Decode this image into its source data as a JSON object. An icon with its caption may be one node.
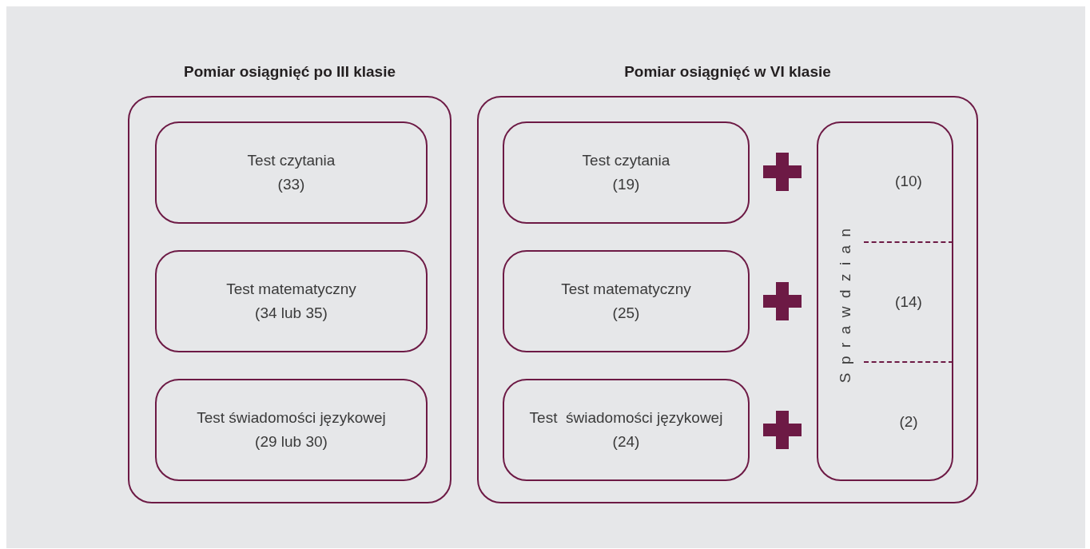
{
  "diagram": {
    "nodes": [
      {
        "text": [
          "Pomiar osiągnięć po III klasie"
        ]
      },
      {
        "text": [
          "Test czytania",
          "(33)"
        ],
        "in": 0
      },
      {
        "text": [
          "Test matematyczny",
          "(34 lub 35)"
        ],
        "in": 0
      },
      {
        "text": [
          "Test świadomości językowej",
          "(29 lub 30)"
        ],
        "in": 0
      },
      {
        "text": [
          "Pomiar osiągnięć w VI klasie"
        ]
      },
      {
        "text": [
          "Test czytania",
          "(19)"
        ],
        "in": 4
      },
      {
        "text": [
          "Test matematyczny",
          "(25)"
        ],
        "in": 4
      },
      {
        "text": [
          "Test  świadomości językowej",
          "(24)"
        ],
        "in": 4
      },
      {
        "text": [
          "Sprawdzian"
        ],
        "in": 4
      },
      {
        "text": [
          "(10)"
        ],
        "in": 8
      },
      {
        "text": [
          "(14)"
        ],
        "in": 8
      },
      {
        "text": [
          "(2)"
        ],
        "in": 8
      }
    ]
  }
}
